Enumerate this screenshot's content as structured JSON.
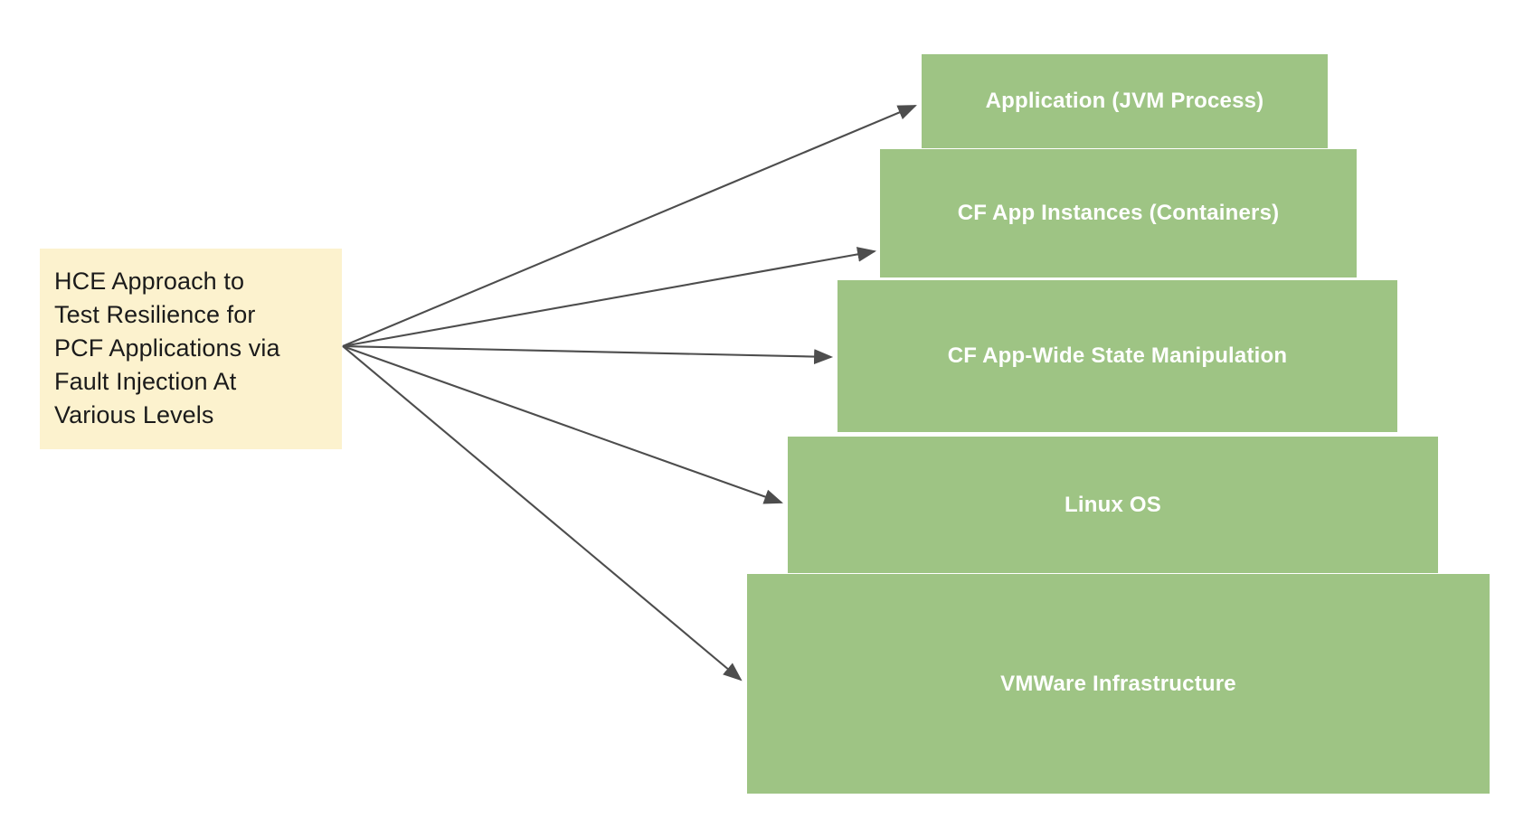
{
  "diagram": {
    "title_text": "HCE Approach to Test Resilience for PCF Applications via Fault Injection At Various Levels",
    "source": {
      "label": "HCE Approach to\nTest Resilience for\nPCF Applications via\nFault Injection At\nVarious Levels",
      "fill_color": "#FCF2CE",
      "text_color": "#1b1b1b"
    },
    "layer_fill_color": "#9EC484",
    "layer_text_color": "#FFFFFF",
    "arrow_color": "#4d4d4d",
    "layers": [
      {
        "label": "Application (JVM Process)"
      },
      {
        "label": "CF App Instances (Containers)"
      },
      {
        "label": "CF App-Wide State Manipulation"
      },
      {
        "label": "Linux OS"
      },
      {
        "label": "VMWare Infrastructure"
      }
    ]
  }
}
